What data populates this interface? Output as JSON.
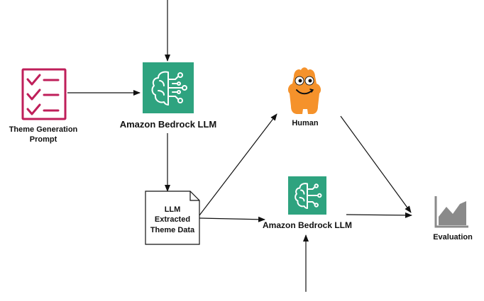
{
  "nodes": {
    "theme_prompt": {
      "label_line1": "Theme Generation",
      "label_line2": "Prompt"
    },
    "bedrock_top": {
      "label": "Amazon Bedrock LLM"
    },
    "human": {
      "label": "Human"
    },
    "doc": {
      "line1": "LLM",
      "line2": "Extracted",
      "line3": "Theme Data"
    },
    "bedrock_bottom": {
      "label": "Amazon Bedrock LLM"
    },
    "evaluation": {
      "label": "Evaluation"
    }
  },
  "icons": {
    "theme_prompt": "checklist-icon",
    "bedrock": "brain-circuit-icon",
    "human": "orange-peccy-mascot-icon",
    "document": "document-icon",
    "evaluation": "area-chart-icon"
  },
  "colors": {
    "checklist": "#bf1f5a",
    "bedrock": "#2ea37f",
    "human": "#f5922b",
    "arrow": "#111111",
    "chart": "#8a8a8a"
  }
}
